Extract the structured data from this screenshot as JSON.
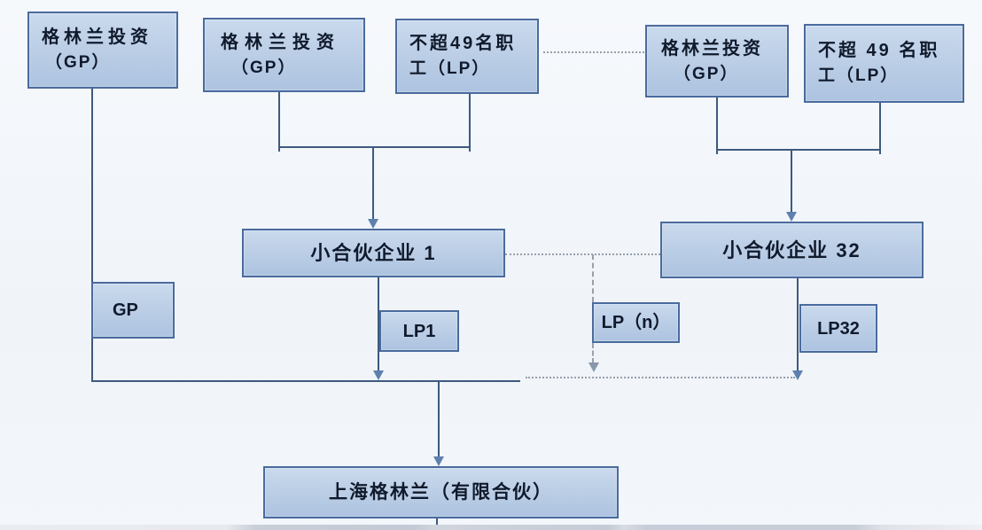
{
  "colors": {
    "background": "#f2f5fa",
    "box_border": "#4a6b9d",
    "box_fill_top": "#cadaee",
    "box_fill_bottom": "#adc3e0",
    "connector": "#3e5a7e",
    "arrowhead": "#5e80ae",
    "dotted_connector": "#97a0ab",
    "text": "#101a2c"
  },
  "nodes": {
    "gp_left": {
      "line1": "格林兰投资",
      "line2": "（GP）"
    },
    "gp_mid": {
      "line1": "格林兰投资",
      "line2": "（GP）"
    },
    "lp_mid": {
      "line1": "不超49名职",
      "line2": "工（LP）"
    },
    "gp_right": {
      "line1": "格林兰投资",
      "line2": "（GP）"
    },
    "lp_right": {
      "line1": "不超 49 名职",
      "line2": "工（LP）"
    },
    "sub1": {
      "label": "小合伙企业 1"
    },
    "sub32": {
      "label": "小合伙企业 32"
    },
    "gp_badge": {
      "label": "GP"
    },
    "lp1": {
      "label": "LP1"
    },
    "lpn": {
      "label": "LP（n）"
    },
    "lp32": {
      "label": "LP32"
    },
    "shanghai": {
      "label": "上海格林兰（有限合伙）"
    }
  }
}
